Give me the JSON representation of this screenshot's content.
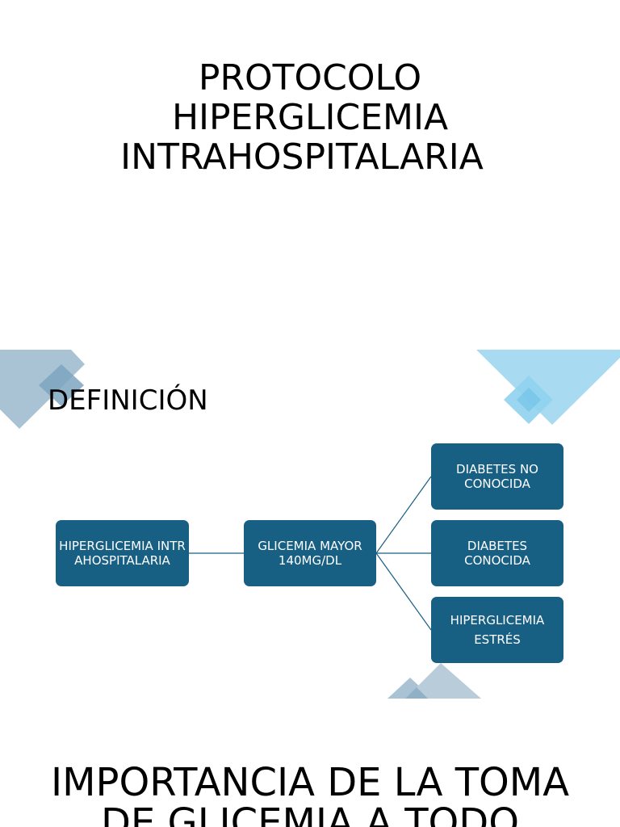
{
  "slide1": {
    "title_lines": [
      "PROTOCOLO",
      "HIPERGLICEMIA",
      "INTRAHOSPITALARIA"
    ]
  },
  "slide2": {
    "heading": "DEFINICIÓN",
    "diagram": {
      "root": "HIPERGLICEMIA INTRAHOSPITALARIA",
      "middle": "GLICEMIA MAYOR 140MG/DL",
      "branches": [
        "DIABETES NO CONOCIDA",
        "DIABETES CONOCIDA",
        "HIPERGLICEMIA ESTRÉS"
      ]
    },
    "colors": {
      "node_fill": "#185f84",
      "connector": "#185f84",
      "deco_grey_blue": "#a9c3d4",
      "deco_light_blue": "#9fd6ef"
    }
  },
  "slide3": {
    "title_lines": [
      "IMPORTANCIA DE LA TOMA",
      "DE GLICEMIA A TODO"
    ]
  }
}
